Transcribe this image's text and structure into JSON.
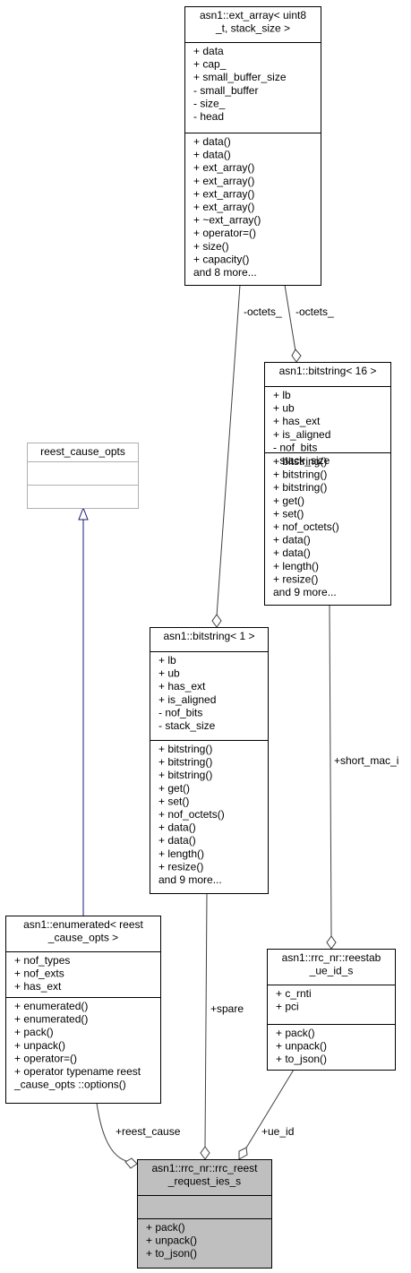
{
  "classes": {
    "ext_array": {
      "title": [
        "asn1::ext_array< uint8",
        "_t, stack_size >"
      ],
      "attributes": [
        "+ data",
        "+ cap_",
        "+ small_buffer_size",
        "- small_buffer",
        "- size_",
        "- head"
      ],
      "methods": [
        "+ data()",
        "+ data()",
        "+ ext_array()",
        "+ ext_array()",
        "+ ext_array()",
        "+ ext_array()",
        "+ ~ext_array()",
        "+ operator=()",
        "+ size()",
        "+ capacity()",
        "and 8 more..."
      ]
    },
    "bitstring16": {
      "title": [
        "asn1::bitstring< 16 >"
      ],
      "attributes": [
        "+ lb",
        "+ ub",
        "+ has_ext",
        "+ is_aligned",
        "- nof_bits",
        "- stack_size"
      ],
      "methods": [
        "+ bitstring()",
        "+ bitstring()",
        "+ bitstring()",
        "+ get()",
        "+ set()",
        "+ nof_octets()",
        "+ data()",
        "+ data()",
        "+ length()",
        "+ resize()",
        "and 9 more..."
      ]
    },
    "reest_cause_opts": {
      "title": [
        "reest_cause_opts"
      ],
      "attributes": [],
      "methods": []
    },
    "bitstring1": {
      "title": [
        "asn1::bitstring< 1 >"
      ],
      "attributes": [
        "+ lb",
        "+ ub",
        "+ has_ext",
        "+ is_aligned",
        "- nof_bits",
        "- stack_size"
      ],
      "methods": [
        "+ bitstring()",
        "+ bitstring()",
        "+ bitstring()",
        "+ get()",
        "+ set()",
        "+ nof_octets()",
        "+ data()",
        "+ data()",
        "+ length()",
        "+ resize()",
        "and 9 more..."
      ]
    },
    "enumerated": {
      "title": [
        "asn1::enumerated< reest",
        "_cause_opts >"
      ],
      "attributes": [
        "+ nof_types",
        "+ nof_exts",
        "+ has_ext"
      ],
      "methods": [
        "+ enumerated()",
        "+ enumerated()",
        "+ pack()",
        "+ unpack()",
        "+ operator=()",
        "+ operator typename reest",
        "_cause_opts ::options()"
      ]
    },
    "reestab_ue_id": {
      "title": [
        "asn1::rrc_nr::reestab",
        "_ue_id_s"
      ],
      "attributes": [
        "+ c_rnti",
        "+ pci"
      ],
      "methods": [
        "+ pack()",
        "+ unpack()",
        "+ to_json()"
      ]
    },
    "rrc_reest_request": {
      "title": [
        "asn1::rrc_nr::rrc_reest",
        "_request_ies_s"
      ],
      "attributes": [],
      "methods": [
        "+ pack()",
        "+ unpack()",
        "+ to_json()"
      ]
    }
  },
  "edges": {
    "octets_left": "-octets_",
    "octets_right": "-octets_",
    "short_mac_i": "+short_mac_i",
    "spare": "+spare",
    "reest_cause": "+reest_cause",
    "ue_id": "+ue_id"
  },
  "colors": {
    "line": "#404040",
    "inheritance": "#191970",
    "highlight_fill": "#bfbfbf",
    "grey_border": "#b0b0b0"
  }
}
